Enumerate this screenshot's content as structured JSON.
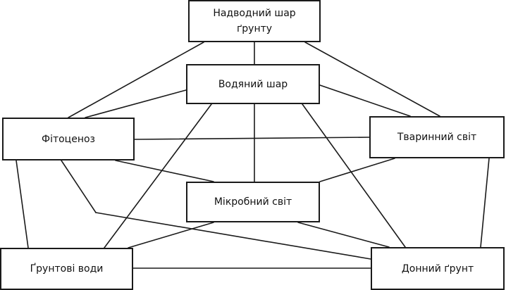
{
  "nodes": {
    "surface_layer": {
      "line1": "Надводний шар",
      "line2": "ґрунту"
    },
    "water_layer": "Водяний шар",
    "phytocenosis": "Фітоценоз",
    "animal_world": "Тваринний світ",
    "microbial_world": "Мікробний світ",
    "groundwater": "Ґрунтові води",
    "bottom_soil": "Донний ґрунт"
  },
  "edges": [
    [
      "surface_layer",
      "water_layer"
    ],
    [
      "surface_layer",
      "phytocenosis"
    ],
    [
      "surface_layer",
      "animal_world"
    ],
    [
      "water_layer",
      "phytocenosis"
    ],
    [
      "water_layer",
      "animal_world"
    ],
    [
      "water_layer",
      "microbial_world"
    ],
    [
      "water_layer",
      "groundwater"
    ],
    [
      "water_layer",
      "bottom_soil"
    ],
    [
      "phytocenosis",
      "animal_world"
    ],
    [
      "phytocenosis",
      "microbial_world"
    ],
    [
      "phytocenosis",
      "groundwater"
    ],
    [
      "phytocenosis",
      "bottom_soil"
    ],
    [
      "animal_world",
      "microbial_world"
    ],
    [
      "animal_world",
      "bottom_soil"
    ],
    [
      "microbial_world",
      "groundwater"
    ],
    [
      "microbial_world",
      "bottom_soil"
    ],
    [
      "groundwater",
      "bottom_soil"
    ]
  ]
}
